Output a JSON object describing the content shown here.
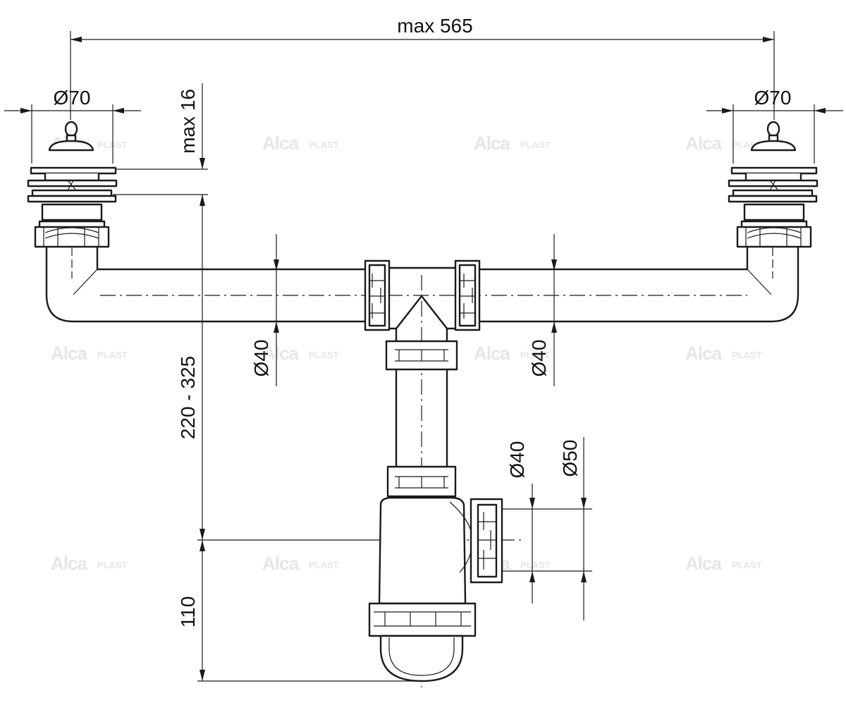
{
  "dimensions": {
    "total_width": "max 565",
    "left_outlet_diameter": "Ø70",
    "right_outlet_diameter": "Ø70",
    "overflow_height": "max 16",
    "left_pipe_diameter": "Ø40",
    "right_pipe_diameter": "Ø40",
    "height_range": "220 - 325",
    "outlet_diameter_small": "Ø40",
    "outlet_diameter_large": "Ø50",
    "trap_height": "110"
  },
  "watermark": {
    "brand": "Alca",
    "suffix": "PLAST"
  },
  "colors": {
    "line": "#1a1a1a",
    "watermark": "#e6e6e6",
    "background": "#ffffff"
  }
}
